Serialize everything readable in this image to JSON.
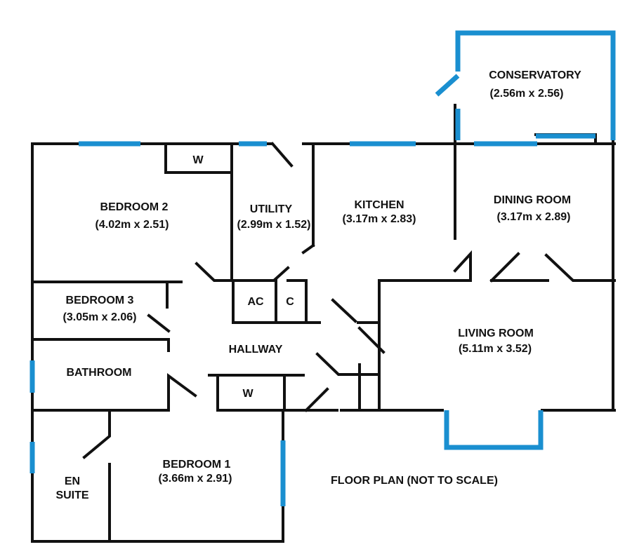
{
  "rooms": {
    "conservatory": {
      "name": "CONSERVATORY",
      "size": "(2.56m x 2.56)"
    },
    "bedroom2": {
      "name": "BEDROOM 2",
      "size": "(4.02m  x 2.51)"
    },
    "utility": {
      "name": "UTILITY",
      "size": "(2.99m x 1.52)"
    },
    "kitchen": {
      "name": "KITCHEN",
      "size": "(3.17m x 2.83)"
    },
    "dining": {
      "name": "DINING ROOM",
      "size": "(3.17m x 2.89)"
    },
    "bedroom3": {
      "name": "BEDROOM 3",
      "size": "(3.05m x 2.06)"
    },
    "living": {
      "name": "LIVING ROOM",
      "size": "(5.11m x 3.52)"
    },
    "hallway": {
      "name": "HALLWAY"
    },
    "bathroom": {
      "name": "BATHROOM"
    },
    "bedroom1": {
      "name": "BEDROOM 1",
      "size": "(3.66m x 2.91)"
    },
    "ensuite": {
      "line1": "EN",
      "line2": "SUITE"
    }
  },
  "cupboards": {
    "w_bed2": "W",
    "ac": "AC",
    "c": "C",
    "w_hall": "W"
  },
  "caption": "FLOOR PLAN (NOT TO SCALE)",
  "colors": {
    "wall": "#111111",
    "window": "#1a8fd0",
    "background": "#ffffff"
  }
}
